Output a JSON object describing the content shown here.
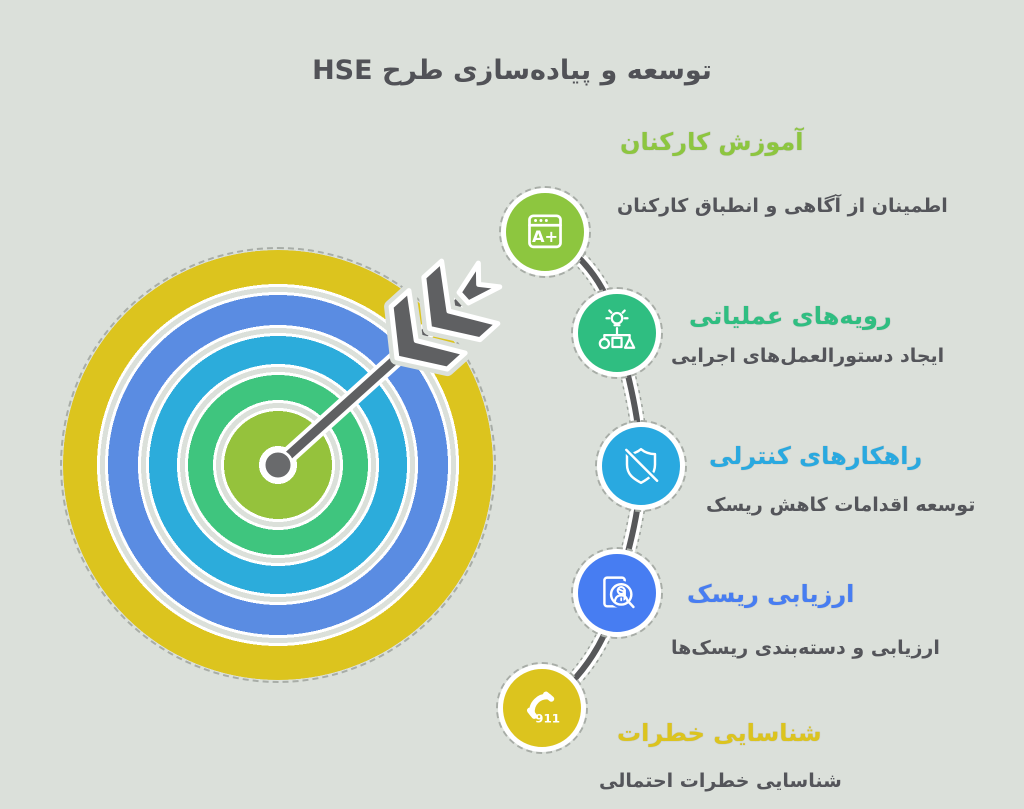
{
  "title": "توسعه و پیاده‌سازی طرح HSE",
  "background": "#dbe0da",
  "text_color": "#54555a",
  "steps": [
    {
      "label": "آموزش کارکنان",
      "description": "اطمینان از آگاهی و انطباق کارکنان",
      "color": "#8dc63f",
      "icon": "training-grade-badge",
      "badge": "A+"
    },
    {
      "label": "رویه‌های عملیاتی",
      "description": "ایجاد دستورالعمل‌های اجرایی",
      "color": "#2fbe81",
      "icon": "idea-flowchart",
      "badge": ""
    },
    {
      "label": "راهکارهای کنترلی",
      "description": "توسعه اقدامات کاهش ریسک",
      "color": "#29a9e0",
      "icon": "shield-slash",
      "badge": ""
    },
    {
      "label": "ارزیابی ریسک",
      "description": "ارزیابی و دسته‌بندی ریسک‌ها",
      "color": "#477df2",
      "icon": "person-search-document",
      "badge": ""
    },
    {
      "label": "شناسایی خطرات",
      "description": "شناسایی خطرات احتمالی",
      "color": "#dcc41e",
      "icon": "emergency-phone",
      "badge": "911"
    }
  ],
  "target": {
    "ring_colors_outer_to_center": [
      "#dcc41e",
      "#5a8ce2",
      "#2cacdb",
      "#3fc57e",
      "#95c23c"
    ],
    "bullseye_color": "#696a6c",
    "arrow_color": "#5f6062"
  }
}
